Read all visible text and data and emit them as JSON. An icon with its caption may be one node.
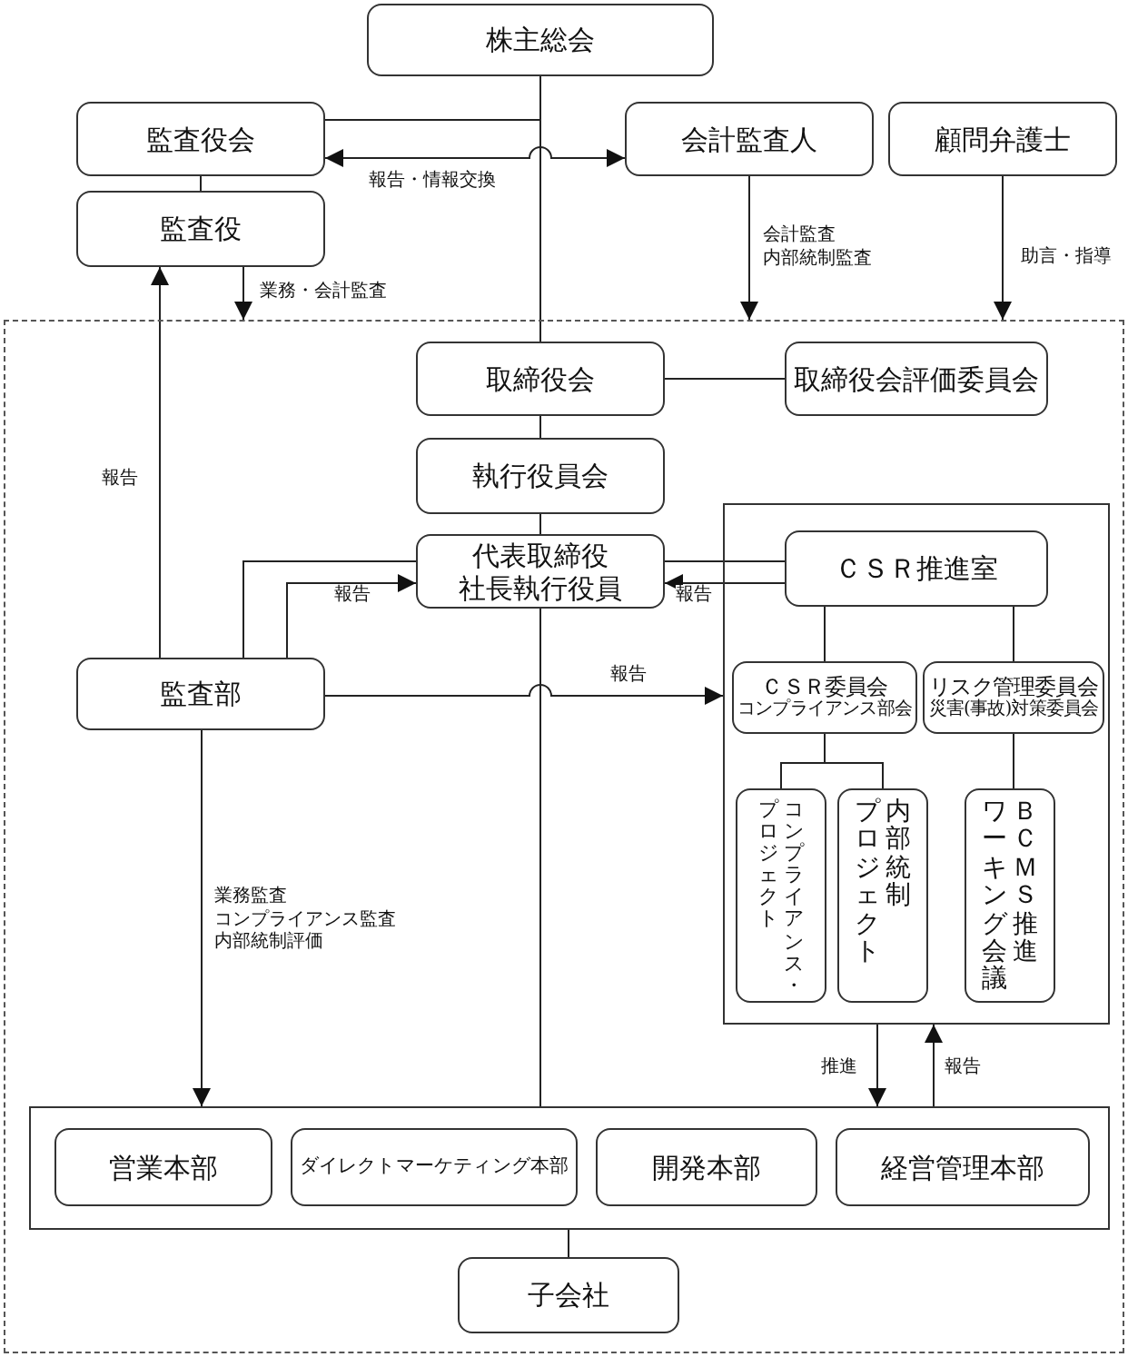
{
  "diagram": {
    "nodes": [
      {
        "text": [
          "株主総会"
        ]
      },
      {
        "text": [
          "監査役会"
        ]
      },
      {
        "text": [
          "会計監査人"
        ]
      },
      {
        "text": [
          "顧問弁護士"
        ]
      },
      {
        "text": [
          "監査役"
        ]
      },
      {
        "text": [],
        "shape": "box"
      },
      {
        "text": [
          "取締役会"
        ],
        "in": 5
      },
      {
        "text": [
          "取締役会評価委員会"
        ],
        "in": 5
      },
      {
        "text": [
          "執行役員会"
        ],
        "in": 5
      },
      {
        "text": [
          "代表取締役",
          "社長執行役員"
        ],
        "in": 5
      },
      {
        "text": [],
        "shape": "box",
        "in": 5
      },
      {
        "text": [
          "ＣＳＲ推進室"
        ],
        "in": 10
      },
      {
        "text": [
          "監査部"
        ],
        "in": 5
      },
      {
        "text": [
          "ＣＳＲ委員会",
          "コンプライアンス部会"
        ],
        "in": 10
      },
      {
        "text": [
          "リスク管理委員会",
          "災害(事故)対策委員会"
        ],
        "in": 10
      },
      {
        "text": [
          "プロジェクト",
          "コンプライアンス・"
        ],
        "in": 10
      },
      {
        "text": [
          "プロジェクト",
          "内部統制"
        ],
        "in": 10
      },
      {
        "text": [
          "ワーキング会議",
          "ＢＣＭＳ推進"
        ],
        "in": 10
      },
      {
        "text": [],
        "shape": "box",
        "in": 5
      },
      {
        "text": [
          "営業本部"
        ],
        "in": 18
      },
      {
        "text": [
          "ダイレクトマーケティング本部"
        ],
        "in": 18
      },
      {
        "text": [
          "開発本部"
        ],
        "in": 18
      },
      {
        "text": [
          "経営管理本部"
        ],
        "in": 18
      },
      {
        "text": [
          "子会社"
        ],
        "in": 5
      }
    ],
    "edges": [
      {
        "from": 0,
        "to": 1,
        "arrow": "none"
      },
      {
        "from": 0,
        "to": 6,
        "arrow": "none"
      },
      {
        "from": 1,
        "to": 2,
        "arrow": "both",
        "label": "報告・情報交換"
      },
      {
        "from": 1,
        "to": 4,
        "arrow": "none"
      },
      {
        "from": 4,
        "to": 5,
        "arrow": "to",
        "label": "業務・会計監査"
      },
      {
        "from": 2,
        "to": 5,
        "arrow": "to",
        "label": "会計監査内部統制監査"
      },
      {
        "from": 3,
        "to": 5,
        "arrow": "to",
        "label": "助言・指導"
      },
      {
        "from": 6,
        "to": 7,
        "arrow": "none"
      },
      {
        "from": 6,
        "to": 8,
        "arrow": "none"
      },
      {
        "from": 8,
        "to": 9,
        "arrow": "none"
      },
      {
        "from": 12,
        "to": 4,
        "arrow": "to",
        "label": "報告"
      },
      {
        "from": 12,
        "to": 9,
        "arrow": "none"
      },
      {
        "from": 12,
        "to": 9,
        "arrow": "to",
        "label": "報告"
      },
      {
        "from": 11,
        "to": 9,
        "arrow": "none"
      },
      {
        "from": 11,
        "to": 9,
        "arrow": "to",
        "label": "報告"
      },
      {
        "from": 12,
        "to": 10,
        "arrow": "to",
        "label": "報告"
      },
      {
        "from": 11,
        "to": 13,
        "arrow": "none"
      },
      {
        "from": 11,
        "to": 14,
        "arrow": "none"
      },
      {
        "from": 13,
        "to": 15,
        "arrow": "none"
      },
      {
        "from": 13,
        "to": 16,
        "arrow": "none"
      },
      {
        "from": 14,
        "to": 17,
        "arrow": "none"
      },
      {
        "from": 9,
        "to": 18,
        "arrow": "none"
      },
      {
        "from": 12,
        "to": 18,
        "arrow": "to",
        "label": "業務監査コンプライアンス監査内部統制評価"
      },
      {
        "from": 10,
        "to": 18,
        "arrow": "to",
        "label": "推進"
      },
      {
        "from": 18,
        "to": 10,
        "arrow": "to",
        "label": "報告"
      },
      {
        "from": 18,
        "to": 23,
        "arrow": "none"
      }
    ]
  }
}
